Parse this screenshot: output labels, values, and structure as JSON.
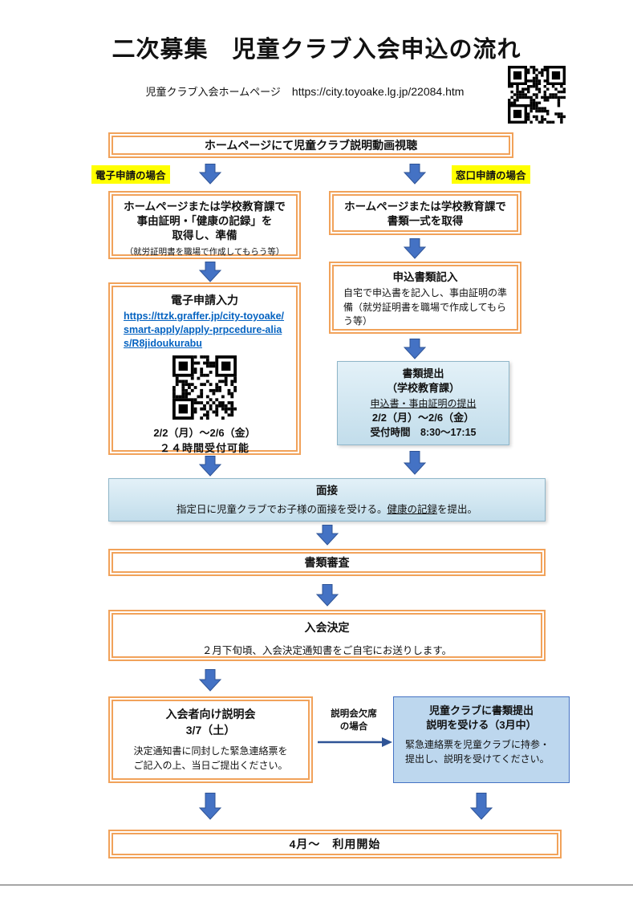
{
  "header": {
    "title": "二次募集　児童クラブ入会申込の流れ",
    "homepage_label": "児童クラブ入会ホームページ",
    "homepage_url": "https://city.toyoake.lg.jp/22084.htm"
  },
  "steps": {
    "video": "ホームページにて児童クラブ説明動画視聴",
    "branch_electronic_label": "電子申請の場合",
    "branch_window_label": "窓口申請の場合",
    "e_prepare": {
      "line1": "ホームページまたは学校教育課で",
      "line2": "事由証明・「健康の記録」を",
      "line3": "取得し、準備",
      "note": "（就労証明書を職場で作成してもらう等）"
    },
    "e_apply": {
      "title": "電子申請入力",
      "url": "https://ttzk.graffer.jp/city-toyoake/smart-apply/apply-prpcedure-alias/R8jidoukurabu",
      "period": "2/2（月）～2/6（金）",
      "note": "２４時間受付可能"
    },
    "w_obtain": {
      "line1": "ホームページまたは学校教育課で",
      "line2": "書類一式を取得"
    },
    "w_fill": {
      "title": "申込書類記入",
      "body": "自宅で申込書を記入し、事由証明の準備（就労証明書を職場で作成してもらう等）"
    },
    "w_submit": {
      "title1": "書類提出",
      "title2": "（学校教育課）",
      "sub": "申込書・事由証明の提出",
      "period": "2/2（月）～2/6（金）",
      "hours": "受付時間　8:30～17:15"
    },
    "interview": {
      "title": "面接",
      "body_pre": "指定日に児童クラブでお子様の面接を受ける。",
      "body_underline": "健康の記録",
      "body_post": "を提出。"
    },
    "screening": "書類審査",
    "decision": {
      "title": "入会決定",
      "body": "２月下旬頃、入会決定通知書をご自宅にお送りします。"
    },
    "briefing": {
      "title": "入会者向け説明会",
      "date": "3/7（土）",
      "body1": "決定通知書に同封した緊急連絡票を",
      "body2": "ご記入の上、当日ご提出ください。"
    },
    "absent": {
      "line1": "説明会欠席",
      "line2": "の場合"
    },
    "alt": {
      "title1": "児童クラブに書類提出",
      "title2": "説明を受ける（3月中）",
      "body1": "緊急連絡票を児童クラブに持参・",
      "body2": "提出し、説明を受けてください。"
    },
    "start": "4月～　利用開始"
  },
  "colors": {
    "orange_border": "#F1A25A",
    "arrow_fill": "#4472C4",
    "arrow_stroke": "#2F5496",
    "submit_box_blue": "#C2DDEB",
    "alt_box_blue": "#BDD7EE",
    "highlight_yellow": "#FFFF00",
    "link_blue": "#0563C1"
  }
}
